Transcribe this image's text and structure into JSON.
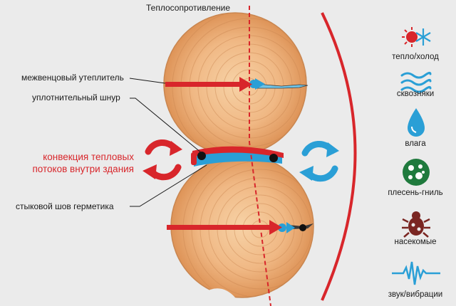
{
  "labels": {
    "heat_resistance": "Теплосопротивление",
    "inter_crown_insulation": "межвенцовый утеплитель",
    "sealing_cord": "уплотнительный шнур",
    "convection_line1": "конвекция тепловых",
    "convection_line2": "потоков внутри здания",
    "butt_seal": "стыковой шов герметика"
  },
  "legend": [
    {
      "icon": "sun-snowflake-icon",
      "label": "тепло/холод"
    },
    {
      "icon": "wind-waves-icon",
      "label": "сквозняки"
    },
    {
      "icon": "water-drop-icon",
      "label": "влага"
    },
    {
      "icon": "mold-circle-icon",
      "label": "плесень-гниль"
    },
    {
      "icon": "bug-icon",
      "label": "насекомые"
    },
    {
      "icon": "sound-wave-icon",
      "label": "звук/вибрации"
    }
  ],
  "colors": {
    "accent_red": "#d8262b",
    "accent_blue": "#2a9fd6",
    "wood_light": "#f2bd8a",
    "wood_dark": "#d98a4c",
    "background": "#ebebeb"
  }
}
